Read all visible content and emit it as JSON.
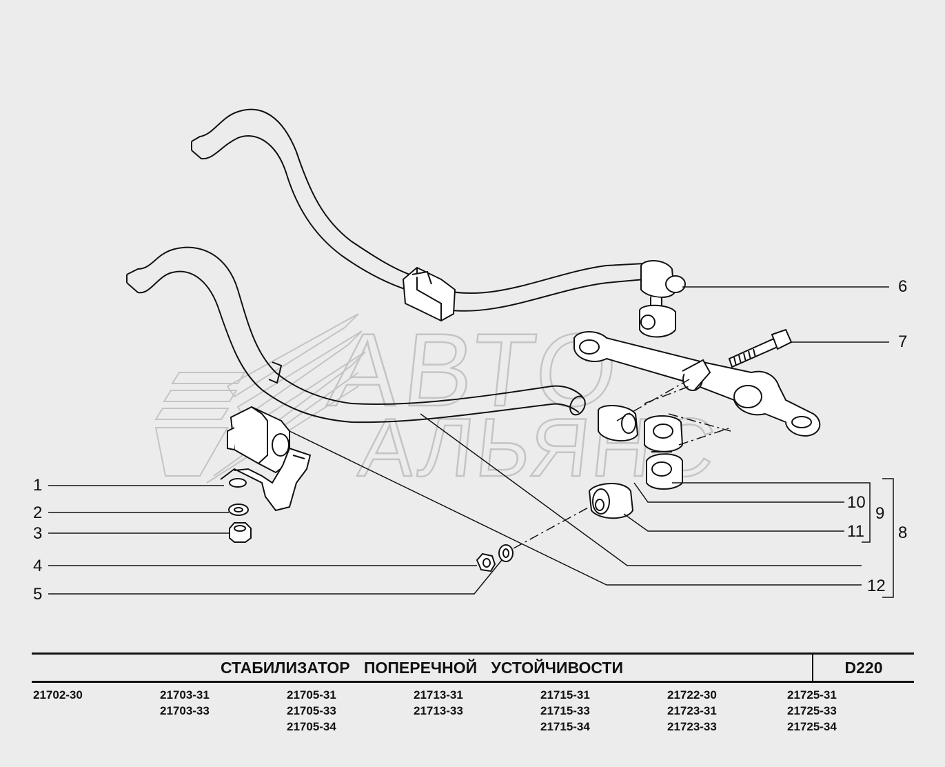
{
  "watermark": {
    "line1": "АВТО",
    "line2": "АЛЬЯНС"
  },
  "callouts": [
    {
      "id": "1",
      "label": "1"
    },
    {
      "id": "2",
      "label": "2"
    },
    {
      "id": "3",
      "label": "3"
    },
    {
      "id": "4",
      "label": "4"
    },
    {
      "id": "5",
      "label": "5"
    },
    {
      "id": "6",
      "label": "6"
    },
    {
      "id": "7",
      "label": "7"
    },
    {
      "id": "8",
      "label": "8"
    },
    {
      "id": "9",
      "label": "9"
    },
    {
      "id": "10",
      "label": "10"
    },
    {
      "id": "11",
      "label": "11"
    },
    {
      "id": "12",
      "label": "12"
    }
  ],
  "title": "СТАБИЛИЗАТОР ПОПЕРЕЧНОЙ УСТОЙЧИВОСТИ",
  "code": "D220",
  "models": [
    [
      "21702-30"
    ],
    [
      "21703-31",
      "21703-33"
    ],
    [
      "21705-31",
      "21705-33",
      "21705-34"
    ],
    [
      "21713-31",
      "21713-33"
    ],
    [
      "21715-31",
      "21715-33",
      "21715-34"
    ],
    [
      "21722-30",
      "21723-31",
      "21723-33"
    ],
    [
      "21725-31",
      "21725-33",
      "21725-34"
    ]
  ],
  "colors": {
    "background": "#ececec",
    "line": "#111111",
    "part_fill": "#ffffff",
    "watermark_stroke": "#c8c8c8"
  }
}
